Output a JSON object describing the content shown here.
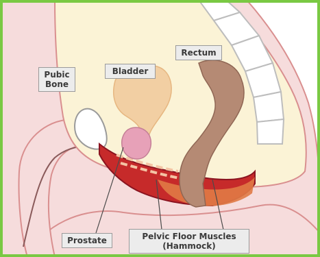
{
  "labels": {
    "pubic_bone": "Pubic\nBone",
    "bladder": "Bladder",
    "rectum": "Rectum",
    "prostate": "Prostate",
    "pelvic_floor": "Pelvic Floor Muscles\n(Hammock)"
  },
  "colors": {
    "frame": "#7ac943",
    "skin": "#f6dcdc",
    "skin_outline": "#d98f8f",
    "body_cavity": "#fbf3d6",
    "bladder": "#f2cfa3",
    "rectum": "#b58a74",
    "prostate": "#e7a1b8",
    "bone": "#ffffff",
    "muscle_dark": "#b0182a",
    "muscle_light": "#e07a45",
    "label_bg": "#ececec",
    "label_border": "#9a9a9a"
  }
}
